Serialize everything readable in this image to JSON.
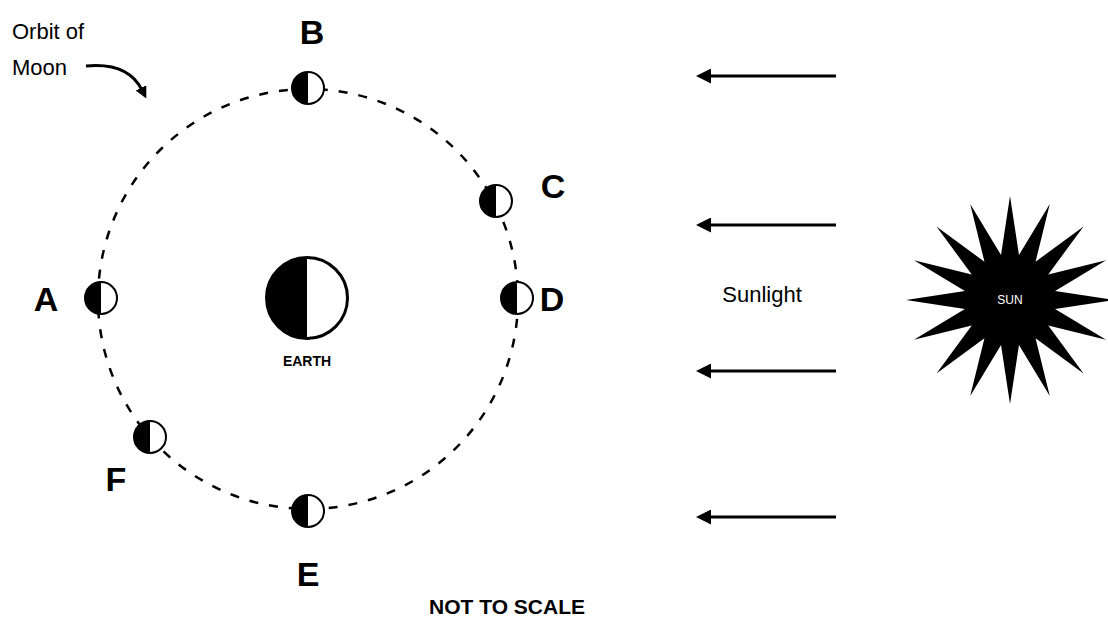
{
  "diagram": {
    "nodes": [
      {
        "text": [
          "B"
        ]
      },
      {
        "text": [
          "C"
        ]
      },
      {
        "text": [
          "A"
        ]
      },
      {
        "text": [
          "EARTH"
        ]
      },
      {
        "text": [
          "D"
        ]
      },
      {
        "text": [
          "SUN"
        ]
      },
      {
        "text": [
          "F"
        ]
      },
      {
        "text": [
          "E"
        ]
      }
    ],
    "labels": [
      "Orbit of Moon",
      "Sunlight",
      "NOT TO SCALE"
    ]
  }
}
